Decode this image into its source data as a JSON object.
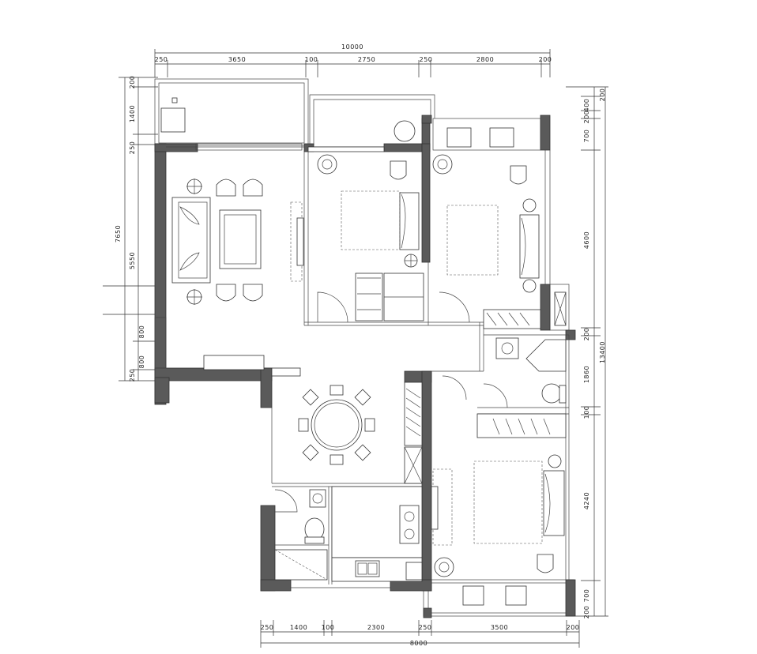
{
  "dimensions": {
    "top_total": "10000",
    "top_segments": [
      "250",
      "3650",
      "100",
      "2750",
      "250",
      "2800",
      "200"
    ],
    "bottom_total": "8000",
    "bottom_segments": [
      "250",
      "1400",
      "100",
      "2300",
      "250",
      "3500",
      "200"
    ],
    "left_segments": [
      "200",
      "1400",
      "250",
      "5550",
      "800",
      "800",
      "250"
    ],
    "left_total": "7650",
    "right_segments": [
      "200",
      "400",
      "200",
      "700",
      "4600",
      "200",
      "1860",
      "100",
      "4240",
      "700",
      "200"
    ],
    "right_total": "13400"
  }
}
